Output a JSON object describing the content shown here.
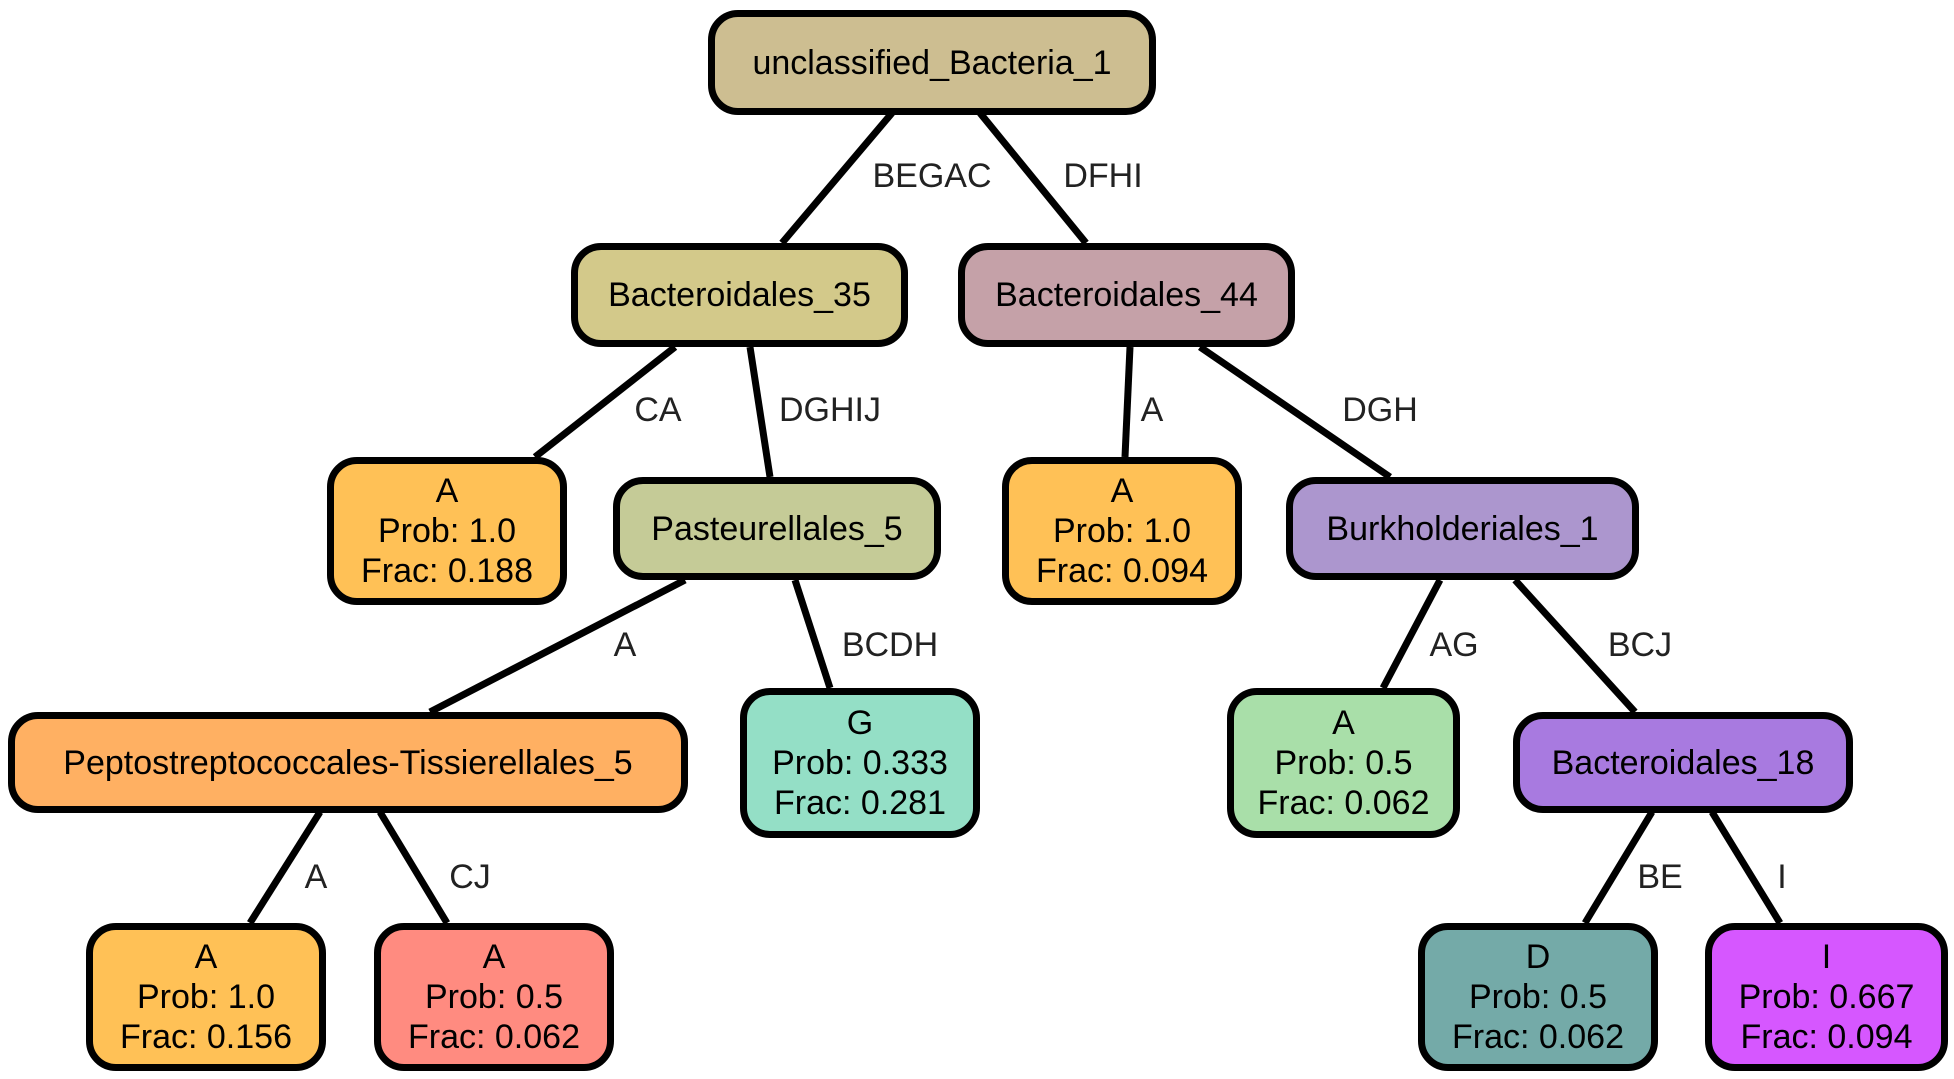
{
  "nodes": {
    "root": {
      "label": "unclassified_Bacteria_1",
      "color": "#CDBE91"
    },
    "bact35": {
      "label": "Bacteroidales_35",
      "color": "#D3C98A"
    },
    "bact44": {
      "label": "Bacteroidales_44",
      "color": "#C5A1A8"
    },
    "leafA1": {
      "label": "A",
      "prob": "Prob: 1.0",
      "frac": "Frac: 0.188",
      "color": "#FFC156"
    },
    "past5": {
      "label": "Pasteurellales_5",
      "color": "#C5CB97"
    },
    "leafA2": {
      "label": "A",
      "prob": "Prob: 1.0",
      "frac": "Frac: 0.094",
      "color": "#FFC156"
    },
    "burk1": {
      "label": "Burkholderiales_1",
      "color": "#AC96CE"
    },
    "pepto5": {
      "label": "Peptostreptococcales-Tissierellales_5",
      "color": "#FFB062"
    },
    "leafG": {
      "label": "G",
      "prob": "Prob: 0.333",
      "frac": "Frac: 0.281",
      "color": "#94DFC6"
    },
    "leafA3": {
      "label": "A",
      "prob": "Prob: 0.5",
      "frac": "Frac: 0.062",
      "color": "#A9DFA9"
    },
    "bact18": {
      "label": "Bacteroidales_18",
      "color": "#A87AE0"
    },
    "leafA4": {
      "label": "A",
      "prob": "Prob: 1.0",
      "frac": "Frac: 0.156",
      "color": "#FFC156"
    },
    "leafA5": {
      "label": "A",
      "prob": "Prob: 0.5",
      "frac": "Frac: 0.062",
      "color": "#FF8B80"
    },
    "leafD": {
      "label": "D",
      "prob": "Prob: 0.5",
      "frac": "Frac: 0.062",
      "color": "#74AAA8"
    },
    "leafI": {
      "label": "I",
      "prob": "Prob: 0.667",
      "frac": "Frac: 0.094",
      "color": "#D657FF"
    }
  },
  "edges": {
    "root_bact35": "BEGAC",
    "root_bact44": "DFHI",
    "bact35_leafA1": "CA",
    "bact35_past5": "DGHIJ",
    "bact44_leafA2": "A",
    "bact44_burk1": "DGH",
    "past5_pepto5": "A",
    "past5_leafG": "BCDH",
    "burk1_leafA3": "AG",
    "burk1_bact18": "BCJ",
    "pepto5_leafA4": "A",
    "pepto5_leafA5": "CJ",
    "bact18_leafD": "BE",
    "bact18_leafI": "I"
  }
}
